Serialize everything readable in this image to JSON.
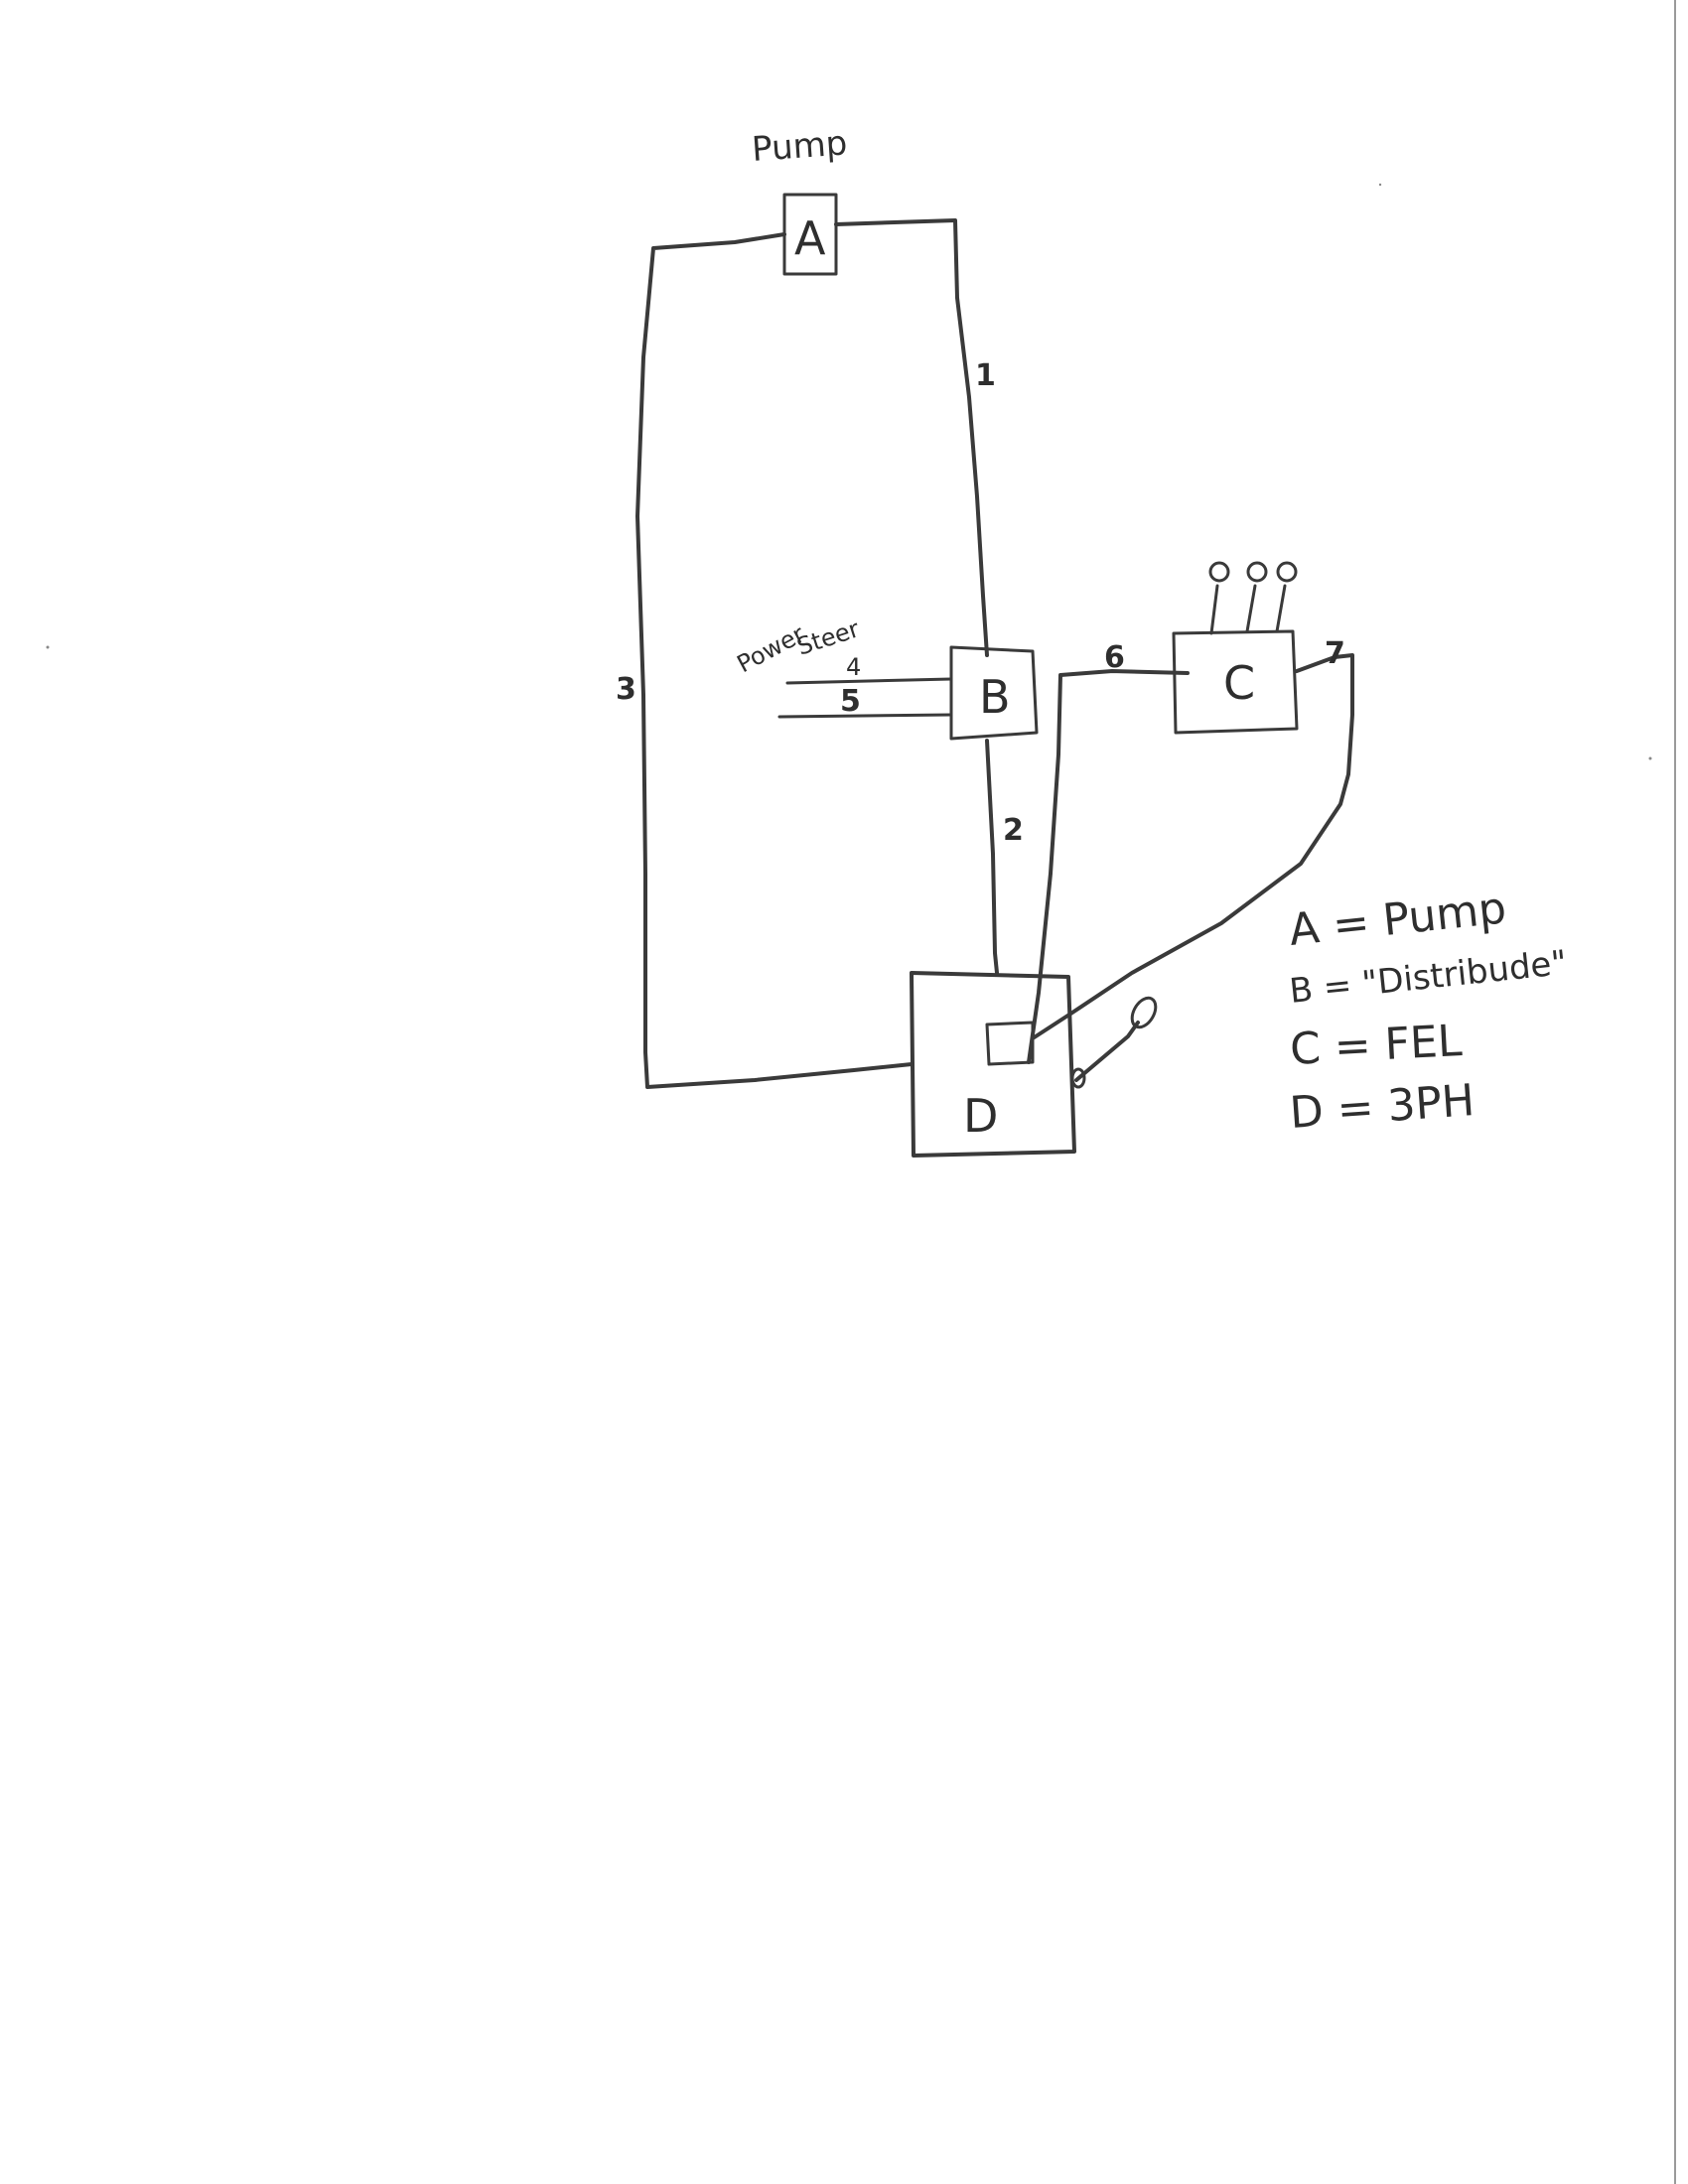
{
  "title": "Pump",
  "power_steer_label": [
    "Power",
    "Steer"
  ],
  "components": [
    {
      "id": "A",
      "label": "A"
    },
    {
      "id": "B",
      "label": "B"
    },
    {
      "id": "C",
      "label": "C"
    },
    {
      "id": "D",
      "label": "D"
    }
  ],
  "pipes": [
    "1",
    "2",
    "3",
    "4",
    "5",
    "6",
    "7"
  ],
  "legend": [
    "A = Pump",
    "B = \"Distribude\"",
    "C = FEL",
    "D = 3PH"
  ]
}
